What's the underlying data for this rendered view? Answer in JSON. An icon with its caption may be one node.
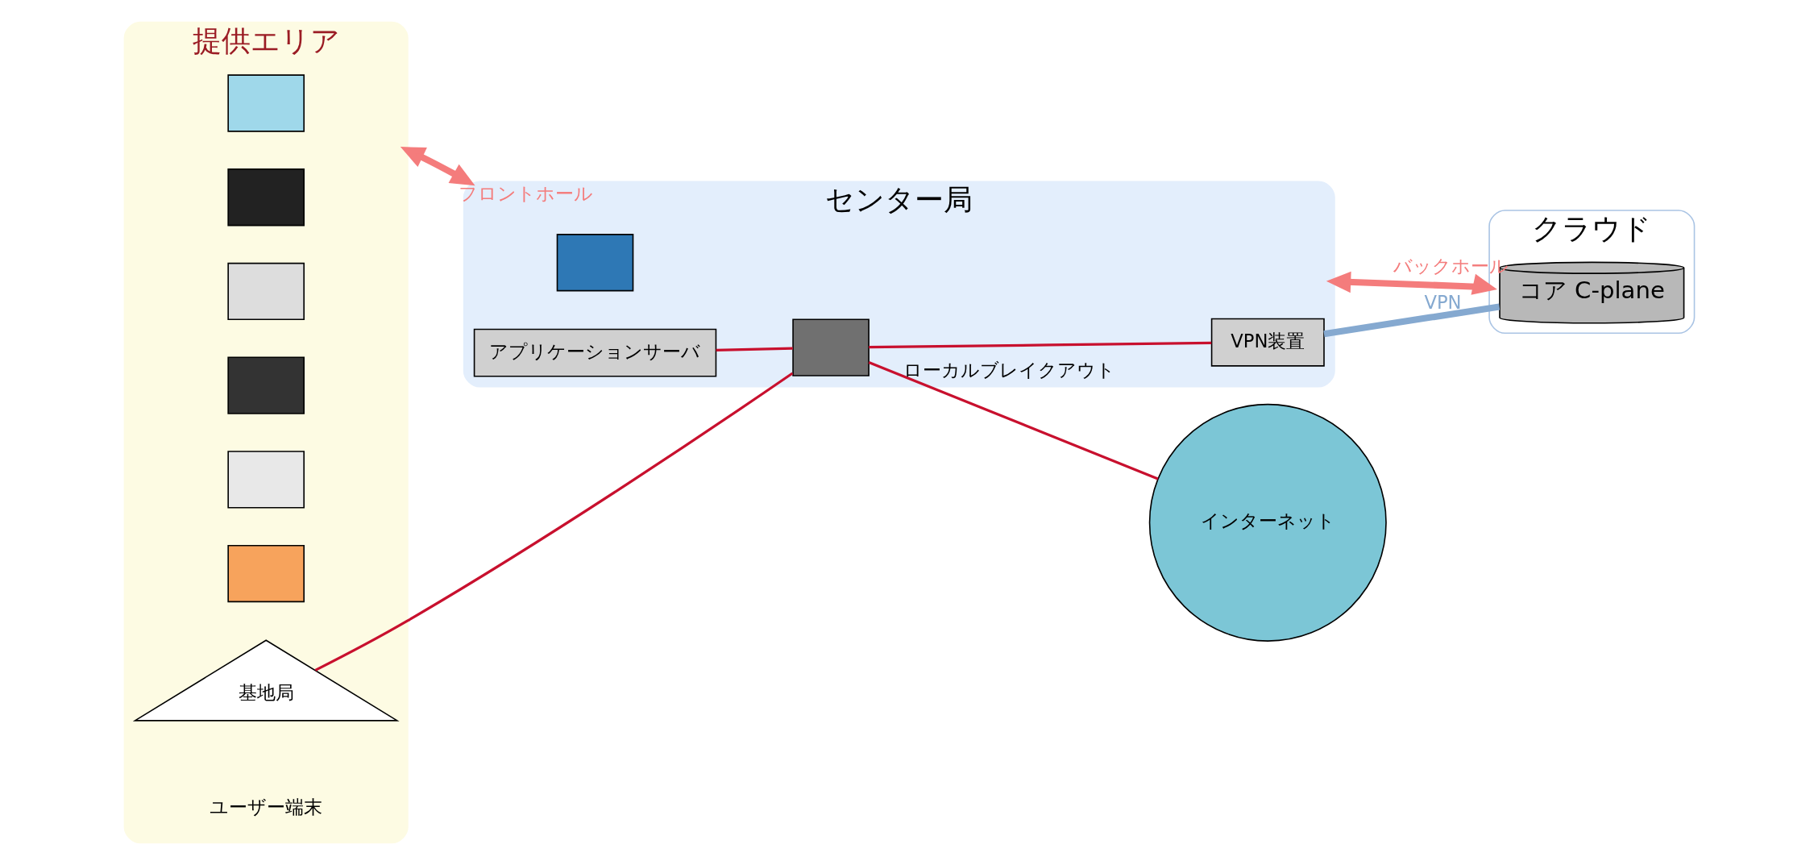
{
  "diagram": {
    "nodes": [
      {
        "text": [
          "提供エリア"
        ]
      },
      {
        "text": [],
        "shape": "box",
        "in": 0
      },
      {
        "text": [],
        "shape": "box",
        "in": 0
      },
      {
        "text": [],
        "shape": "box",
        "in": 0
      },
      {
        "text": [],
        "shape": "box",
        "in": 0
      },
      {
        "text": [],
        "shape": "box",
        "in": 0
      },
      {
        "text": [],
        "shape": "box",
        "in": 0
      },
      {
        "text": [
          "基地局"
        ],
        "in": 0
      },
      {
        "text": [
          "センター局"
        ]
      },
      {
        "text": [],
        "shape": "box",
        "in": 8
      },
      {
        "text": [
          "アプリケーションサーバ"
        ],
        "in": 8
      },
      {
        "text": [
          "VPN装置"
        ],
        "in": 8
      },
      {
        "text": [],
        "shape": "box",
        "in": 8
      },
      {
        "text": [
          "クラウド"
        ]
      },
      {
        "text": [
          "コア C-plane"
        ],
        "in": 13
      },
      {
        "text": [
          "インターネット"
        ]
      }
    ],
    "edges": [
      {
        "from": 7,
        "to": 12,
        "arrow": "none"
      },
      {
        "from": 12,
        "to": 11,
        "arrow": "none"
      },
      {
        "from": 10,
        "to": 12,
        "arrow": "none"
      },
      {
        "from": 11,
        "to": 14,
        "label": "VPN",
        "arrow": "none",
        "style": "thick",
        "color": "#85a9d0"
      },
      {
        "from": 12,
        "to": 15,
        "label": "ローカルブレイクアウト",
        "arrow": "none"
      },
      {
        "from": 0,
        "to": 8,
        "label": "フロントホール",
        "arrow": "both",
        "style": "thick",
        "color": "#f47c7c"
      },
      {
        "from": 8,
        "to": 13,
        "label": "バックホール",
        "arrow": "both",
        "style": "thick",
        "color": "#f47c7c"
      }
    ],
    "labels": [
      "ユーザー端末"
    ]
  }
}
